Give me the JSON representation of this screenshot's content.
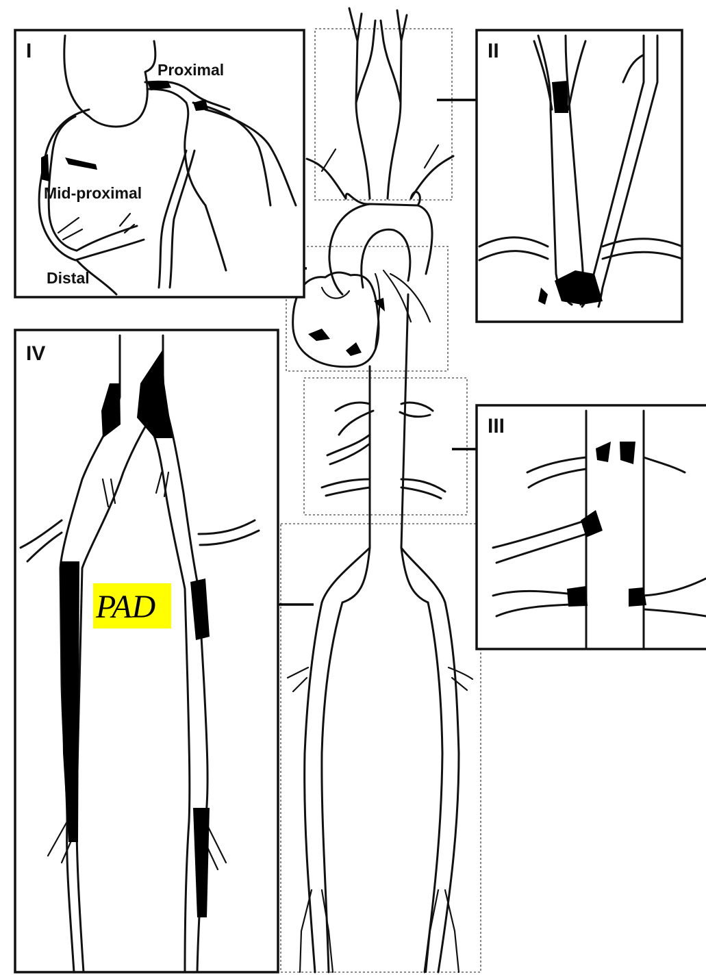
{
  "panels": {
    "I": {
      "number": "I",
      "labels": {
        "proximal": "Proximal",
        "mid_proximal": "Mid-proximal",
        "distal": "Distal"
      }
    },
    "II": {
      "number": "II"
    },
    "III": {
      "number": "III"
    },
    "IV": {
      "number": "IV",
      "highlight_label": "PAD",
      "highlight_color": "#ffff00"
    }
  },
  "colors": {
    "ink": "#111111",
    "background": "#ffffff",
    "dotted_box": "#666666"
  }
}
